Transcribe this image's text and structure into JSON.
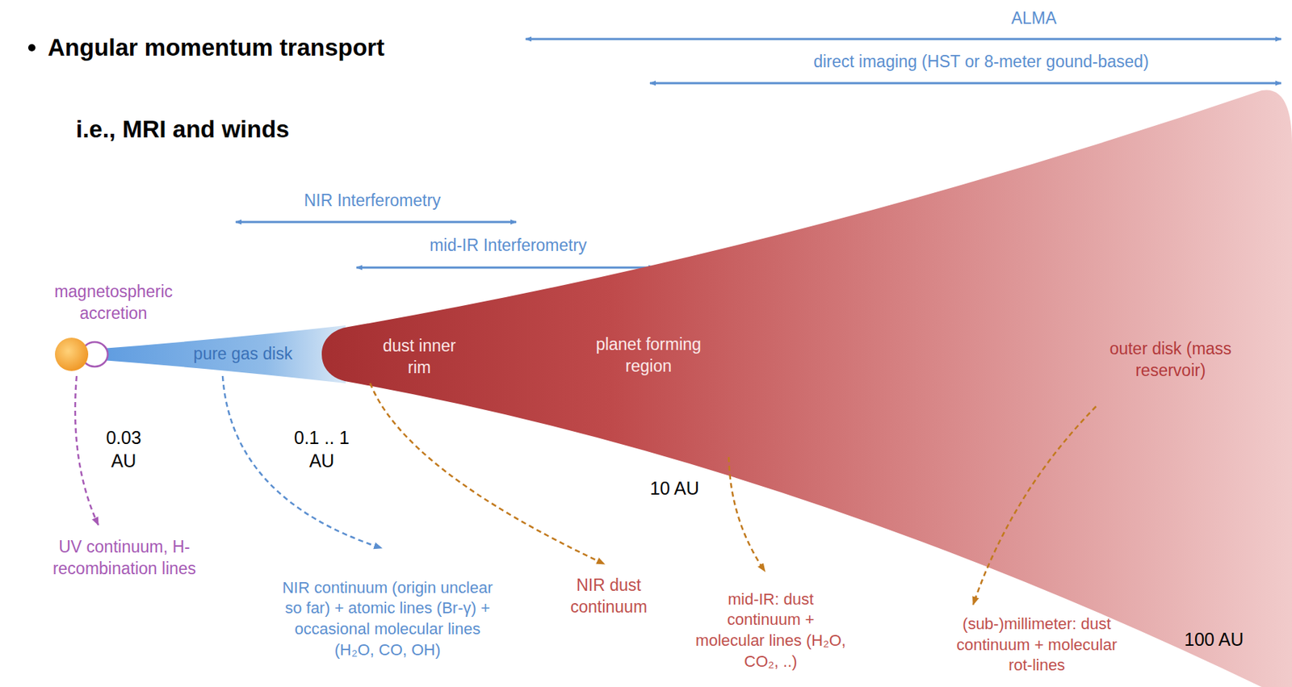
{
  "diagram": {
    "labels": [
      "Angular momentum transport",
      "i.e., MRI and winds",
      "ALMA",
      "direct imaging (HST or 8-meter gound-based)",
      "NIR Interferometry",
      "mid-IR Interferometry",
      "magnetospheric accretion",
      "pure gas disk",
      "dust inner rim",
      "planet forming region",
      "outer disk (mass reservoir)",
      "0.03 AU",
      "0.1 .. 1 AU",
      "10 AU",
      "100 AU",
      "UV continuum, H-recombination lines",
      "NIR continuum (origin unclear so far) + atomic lines (Br-γ) + occasional molecular lines (H₂O, CO, OH)",
      "NIR dust continuum",
      "mid-IR: dust continuum + molecular lines (H₂O, CO₂, ..)",
      "(sub-)millimeter: dust continuum + molecular rot-lines"
    ]
  }
}
